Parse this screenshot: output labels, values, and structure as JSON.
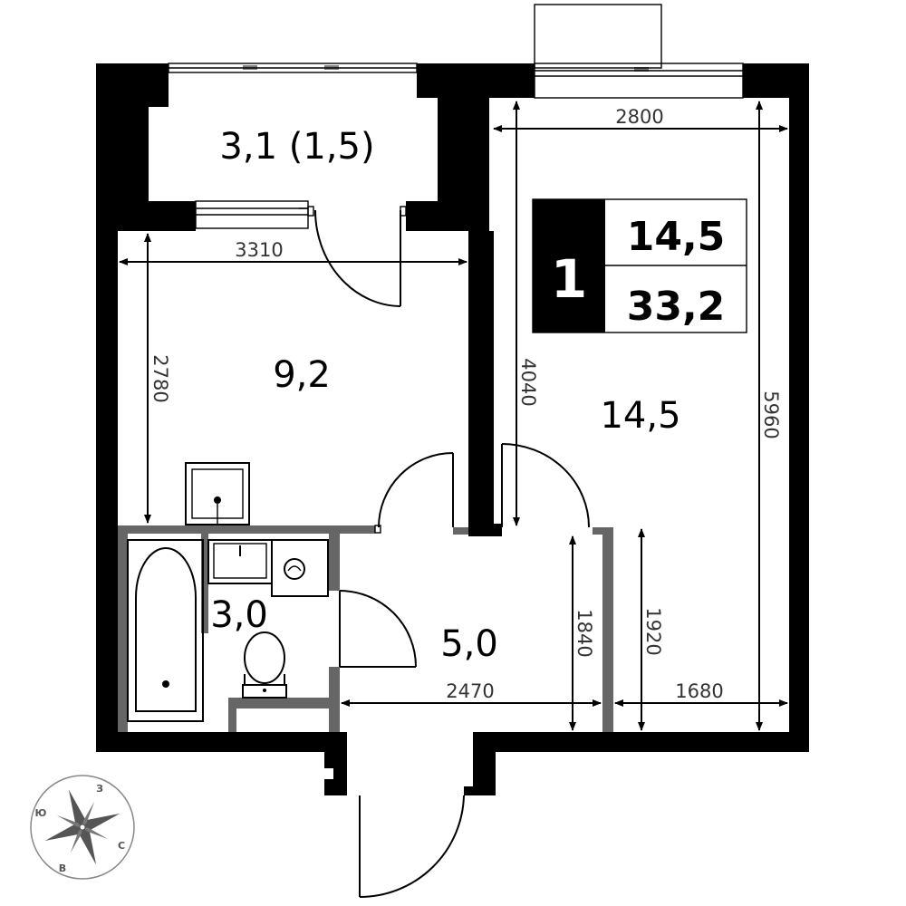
{
  "rooms": {
    "balcony": "3,1 (1,5)",
    "kitchen": "9,2",
    "living": "14,5",
    "bathroom": "3,0",
    "hall": "5,0"
  },
  "badge": {
    "rooms_count": "1",
    "living_area": "14,5",
    "total_area": "33,2"
  },
  "dimensions": {
    "living_width": "2800",
    "kitchen_width": "3310",
    "kitchen_depth": "2780",
    "living_depth_partial": "4040",
    "living_depth": "5960",
    "hall_depth": "1840",
    "living_lower_depth": "1920",
    "hall_width": "2470",
    "living_lower_width": "1680"
  },
  "compass": {
    "north": "З",
    "south": "Ю",
    "east": "С",
    "west": "В"
  },
  "colors": {
    "wall": "#000000",
    "partition": "#666666",
    "dimension_line": "#000000"
  }
}
